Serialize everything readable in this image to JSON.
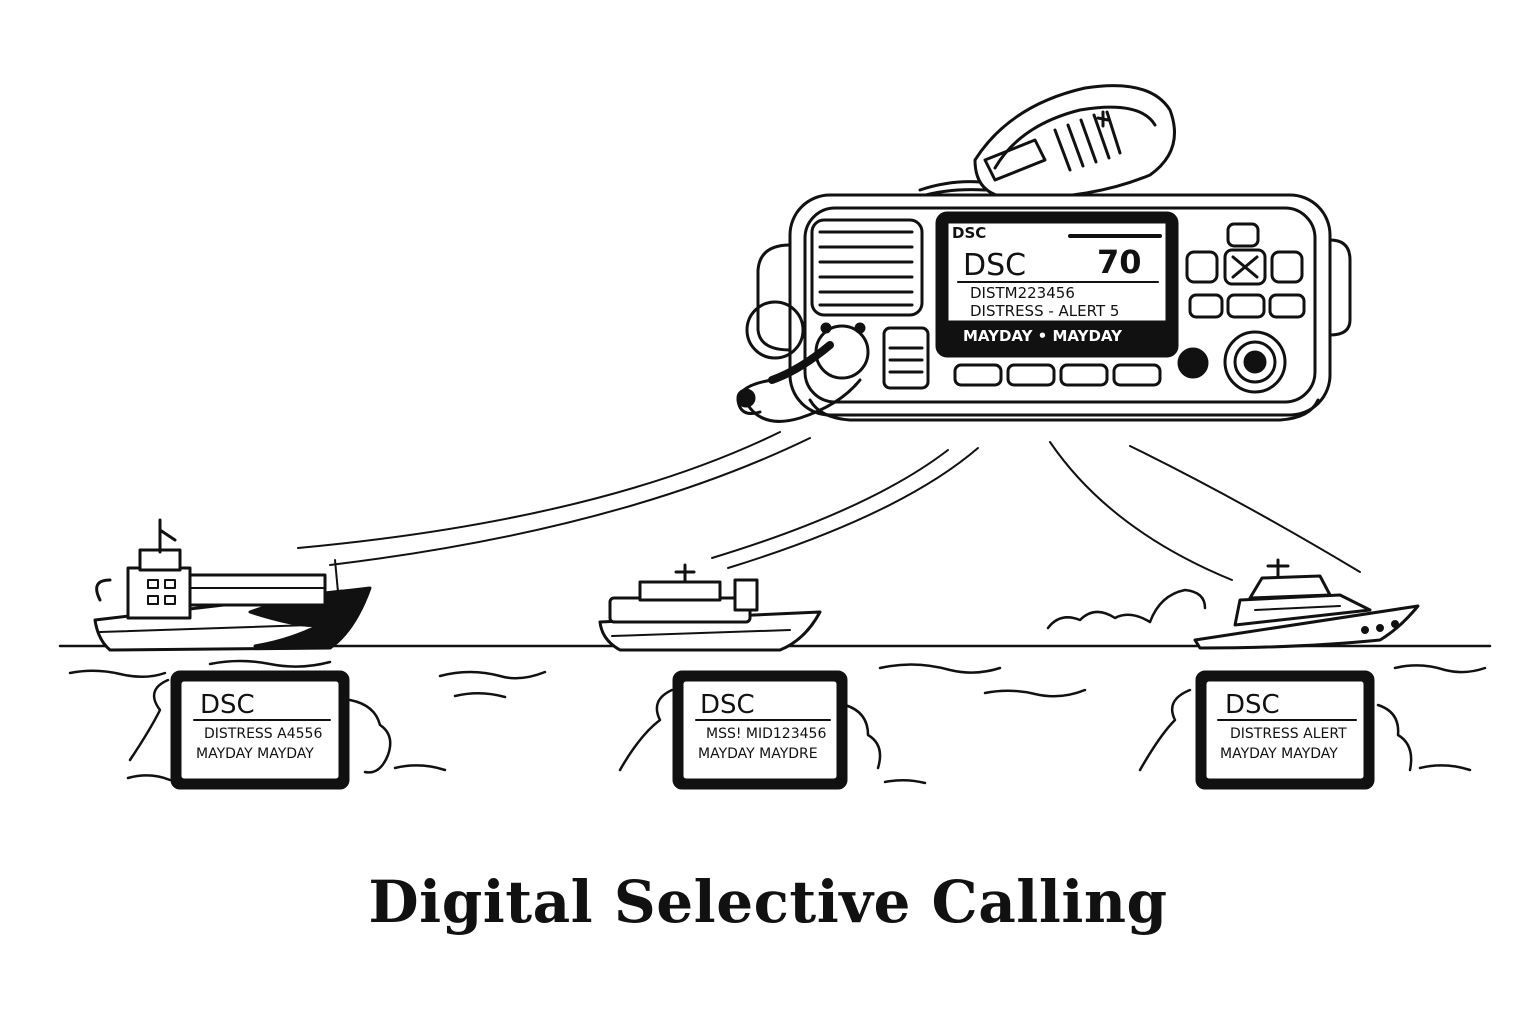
{
  "caption": "Digital Selective Calling",
  "colors": {
    "ink": "#111111",
    "background": "#ffffff"
  },
  "radio": {
    "screen_header": "DSC",
    "screen_mode": "DSC",
    "screen_channel": "70",
    "screen_line1": "DISTM223456",
    "screen_line2": "DISTRESS - ALERT 5",
    "screen_line3": "MAYDAY • MAYDAY"
  },
  "receivers": [
    {
      "title": "DSC",
      "line1": "DISTRESS A4556",
      "line2": "MAYDAY MAYDAY"
    },
    {
      "title": "DSC",
      "line1": "MSS! MID123456",
      "line2": "MAYDAY MAYDRE"
    },
    {
      "title": "DSC",
      "line1": "DISTRESS ALERT",
      "line2": "MAYDAY MAYDAY"
    }
  ]
}
